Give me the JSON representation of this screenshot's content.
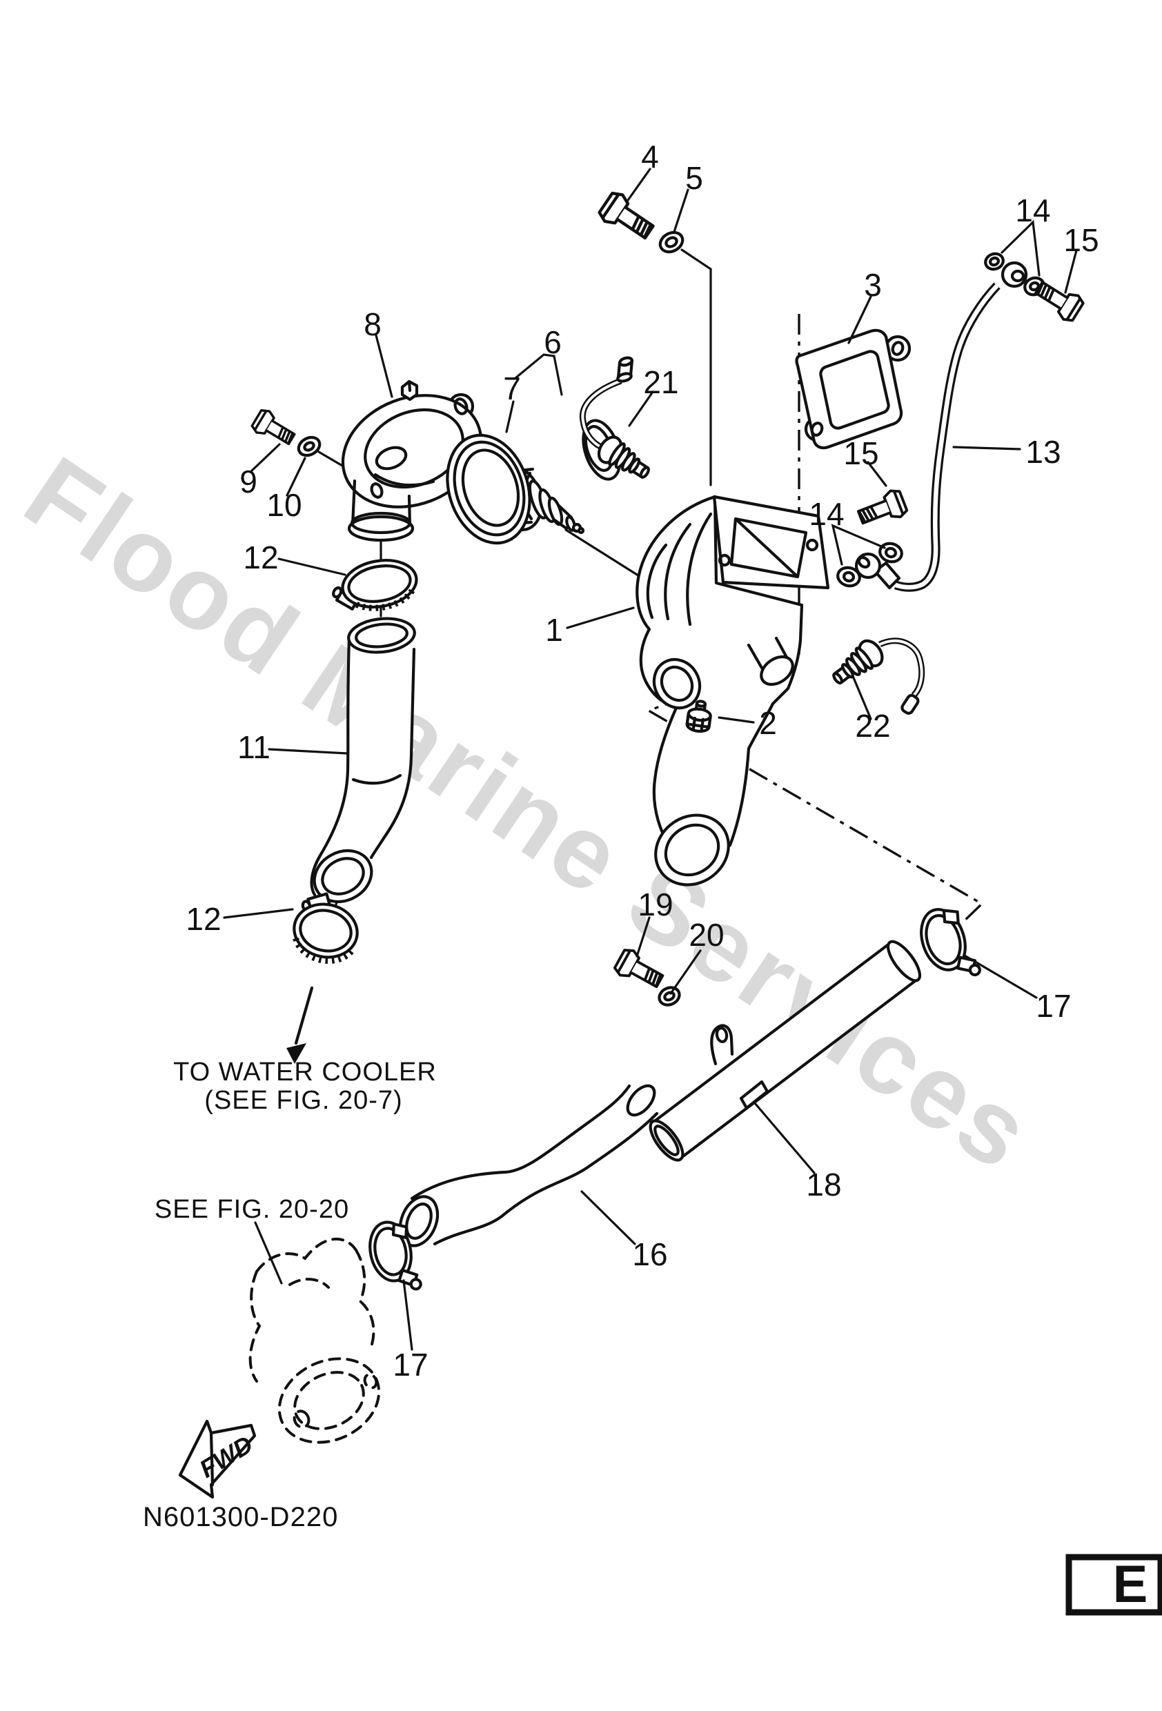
{
  "page": {
    "drawing_code": "N601300-D220",
    "page_letter": "E",
    "fwd_label": "FWD",
    "watermark": "Flood Marine Services",
    "colors": {
      "line": "#111111",
      "watermark": "#d9d9d9",
      "background": "#ffffff"
    }
  },
  "notes": {
    "to_water_cooler_line1": "TO WATER COOLER",
    "to_water_cooler_line2": "(SEE FIG. 20-7)",
    "see_fig_20_20": "SEE FIG. 20-20"
  },
  "callouts": {
    "c1": "1",
    "c2": "2",
    "c3": "3",
    "c4": "4",
    "c5": "5",
    "c6": "6",
    "c7": "7",
    "c8": "8",
    "c9": "9",
    "c10": "10",
    "c11": "11",
    "c12_upper": "12",
    "c12_lower": "12",
    "c13": "13",
    "c14_top": "14",
    "c14_mid": "14",
    "c15_top": "15",
    "c15_mid": "15",
    "c16": "16",
    "c17_left": "17",
    "c17_right": "17",
    "c18": "18",
    "c19": "19",
    "c20": "20",
    "c21": "21",
    "c22": "22"
  }
}
